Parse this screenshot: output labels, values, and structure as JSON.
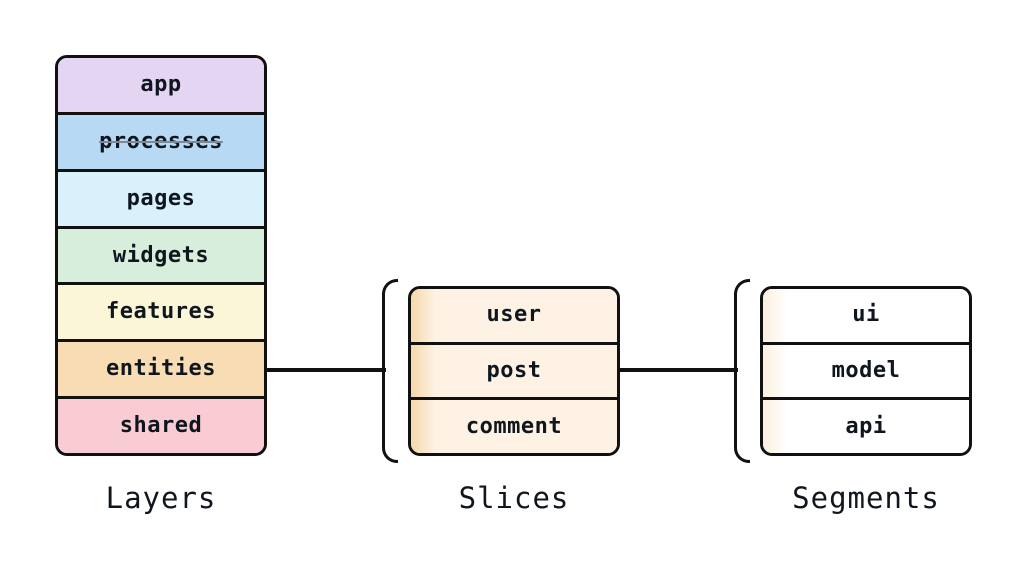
{
  "style": {
    "border_color": "#111111",
    "text_color": "#10161d",
    "strike_color": "#7a8899",
    "page_bg": "#ffffff"
  },
  "layers": {
    "label": "Layers",
    "rows": [
      {
        "label": "app",
        "color": "#e4d6f3",
        "strikethrough": false
      },
      {
        "label": "processes",
        "color": "#b8d9f4",
        "strikethrough": true
      },
      {
        "label": "pages",
        "color": "#d9f1fb",
        "strikethrough": false
      },
      {
        "label": "widgets",
        "color": "#d7eedc",
        "strikethrough": false
      },
      {
        "label": "features",
        "color": "#fcf6d9",
        "strikethrough": false
      },
      {
        "label": "entities",
        "color": "#f8dcb3",
        "strikethrough": false
      },
      {
        "label": "shared",
        "color": "#f9ccd4",
        "strikethrough": false
      }
    ]
  },
  "slices": {
    "label": "Slices",
    "fill": "#fdf2e3",
    "stripe": "#f5d7aa",
    "row_background": "linear-gradient(90deg, #f5d7aa 0px, #fdf2e3 24px)",
    "rows": [
      {
        "label": "user"
      },
      {
        "label": "post"
      },
      {
        "label": "comment"
      }
    ]
  },
  "segments": {
    "label": "Segments",
    "fill": "#ffffff",
    "stripe": "#fcf0de",
    "row_background": "linear-gradient(90deg, #fcf0de 0px, #ffffff 24px)",
    "rows": [
      {
        "label": "ui"
      },
      {
        "label": "model"
      },
      {
        "label": "api"
      }
    ]
  }
}
